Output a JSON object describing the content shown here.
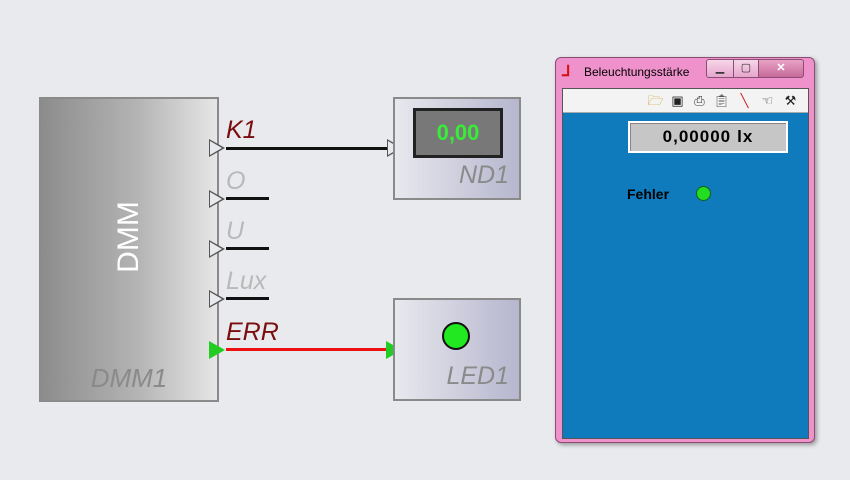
{
  "dmm": {
    "title": "DMM",
    "name": "DMM1",
    "ports": [
      {
        "label": "K1"
      },
      {
        "label": "O"
      },
      {
        "label": "U"
      },
      {
        "label": "Lux"
      },
      {
        "label": "ERR"
      }
    ]
  },
  "nd1": {
    "value": "0,00",
    "name": "ND1"
  },
  "led1": {
    "name": "LED1",
    "color": "#22e822"
  },
  "window": {
    "title": "Beleuchtungsstärke",
    "app_icon": "app-logo-icon",
    "controls": {
      "minimize": "minimize-icon",
      "maximize": "maximize-icon",
      "close": "close-icon"
    },
    "toolbar_icons": [
      "open-folder-icon",
      "save-icon",
      "print-icon",
      "paste-icon",
      "probe-icon",
      "hand-icon",
      "tools-icon"
    ],
    "measurement": {
      "value": "0,00000",
      "unit": "lx"
    },
    "error_label": "Fehler",
    "error_led_color": "#22dd22"
  },
  "colors": {
    "err_wire": "#ee1111",
    "signal_wire": "#111111",
    "port_active": "#7a0d0d",
    "port_inactive": "#b9b9b9",
    "client_bg": "#0f7bbd"
  }
}
